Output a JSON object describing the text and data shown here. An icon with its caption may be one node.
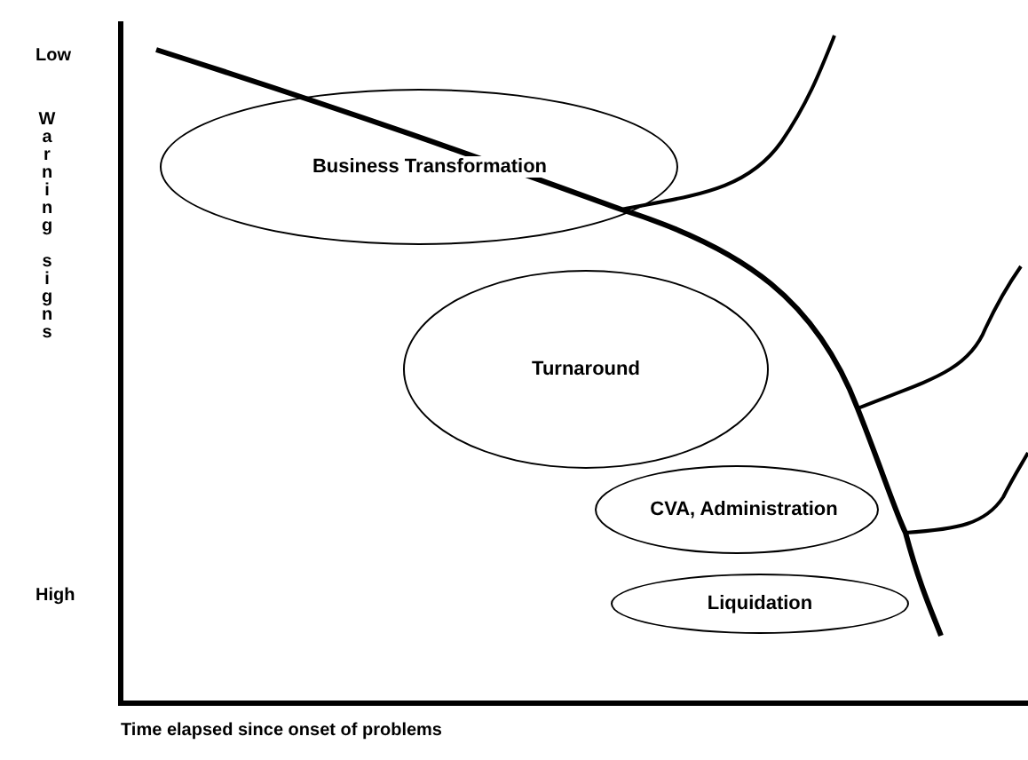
{
  "diagram": {
    "nodes": [
      {
        "text": [
          "Business Transformation"
        ]
      },
      {
        "text": [
          "Turnaround"
        ]
      },
      {
        "text": [
          "CVA, Administration"
        ]
      },
      {
        "text": [
          "Liquidation"
        ]
      }
    ],
    "labels": [
      "Low",
      "Warning signs",
      "High",
      "Time elapsed since onset of problems"
    ]
  }
}
